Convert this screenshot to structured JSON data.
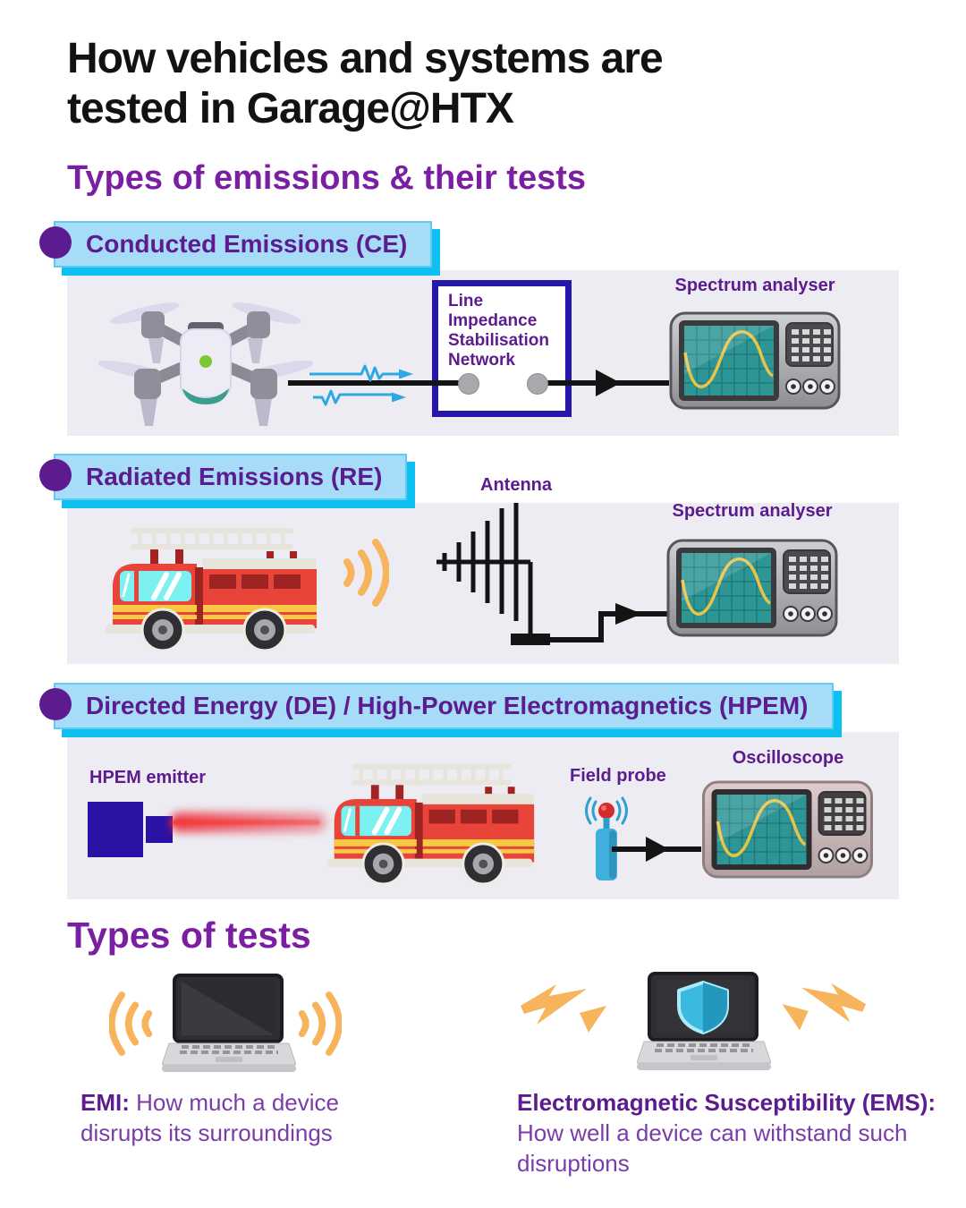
{
  "page": {
    "title": "How vehicles and systems are\ntested in Garage@HTX",
    "subtitle": "Types of emissions & their tests",
    "tests_heading": "Types of tests"
  },
  "sections": [
    {
      "label": "Conducted Emissions (CE)",
      "device": "drone",
      "lisn_label": "Line\nImpedance\nStabilisation\nNetwork",
      "instrument_label": "Spectrum analyser"
    },
    {
      "label": "Radiated Emissions (RE)",
      "device": "fire truck",
      "antenna_label": "Antenna",
      "instrument_label": "Spectrum analyser"
    },
    {
      "label": "Directed Energy (DE) / High-Power Electromagnetics (HPEM)",
      "device": "fire truck",
      "emitter_label": "HPEM emitter",
      "probe_label": "Field probe",
      "instrument_label": "Oscilloscope"
    }
  ],
  "tests": [
    {
      "term": "EMI:",
      "description": "How much a device disrupts its surroundings"
    },
    {
      "term": "Electromagnetic Susceptibility (EMS):",
      "description": "How well a device can withstand such disruptions"
    }
  ],
  "colors": {
    "heading_purple": "#7b1fa2",
    "label_purple": "#5c1b8e",
    "body_purple": "#7b3cab",
    "chip_blue": "#a6dcf8",
    "chip_shadow_cyan": "#0cc0f1",
    "panel_gray": "#edecf3",
    "navy": "#2517aa",
    "signal_blue": "#2ea7e2",
    "wave_orange": "#f6b45c",
    "beam_red": "#ee2d3c",
    "truck_red": "#e8443a",
    "screen_teal": "#2e9595"
  }
}
